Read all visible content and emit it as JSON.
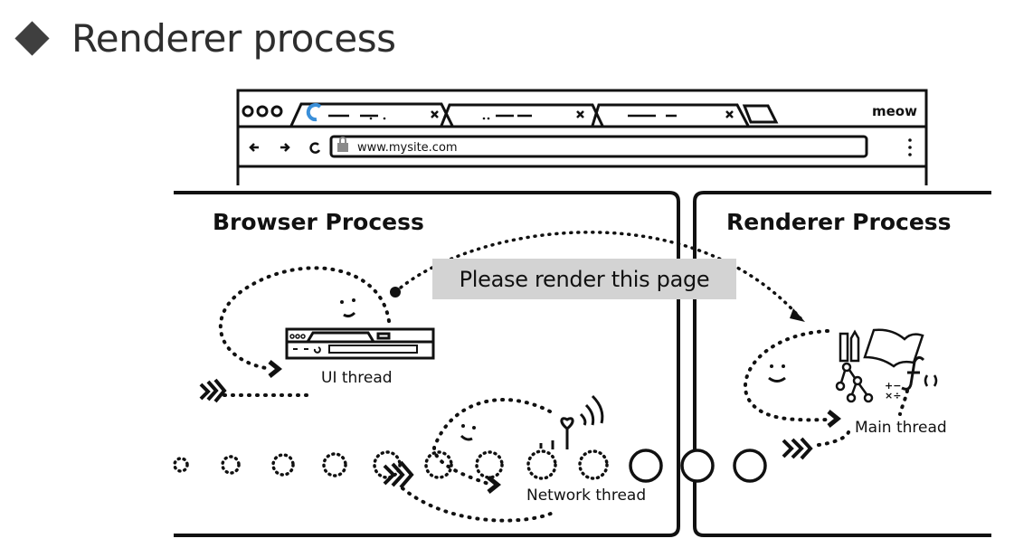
{
  "slide": {
    "bullet_icon": "diamond-icon",
    "title": "Renderer process"
  },
  "browser_mock": {
    "window_controls": [
      "circle",
      "circle",
      "circle"
    ],
    "tabs": [
      {
        "label": "—— · —— ··",
        "loading": true,
        "close": "x"
      },
      {
        "label": "·· —— ——",
        "loading": false,
        "close": "x"
      },
      {
        "label": "—— —",
        "loading": false,
        "close": "x"
      }
    ],
    "new_tab_icon": "new-tab-icon",
    "profile_label": "meow",
    "nav_icons": [
      "back-arrow-icon",
      "forward-arrow-icon",
      "reload-icon"
    ],
    "lock_icon": "lock-icon",
    "url": "www.mysite.com",
    "menu_icon": "kebab-menu-icon",
    "spinner_color": "#3a8fd9"
  },
  "diagram": {
    "browser_process": {
      "title": "Browser Process",
      "ui_thread_label": "UI thread",
      "network_thread_label": "Network thread"
    },
    "renderer_process": {
      "title": "Renderer Process",
      "main_thread_label": "Main thread",
      "main_thread_icons": [
        "ruler-icon",
        "pencil-icon",
        "book-icon",
        "tree-icon",
        "math-operators-icon",
        "function-icon"
      ],
      "math_symbols": "+ − × ÷",
      "function_label": "f()"
    },
    "message": "Please render this page"
  }
}
